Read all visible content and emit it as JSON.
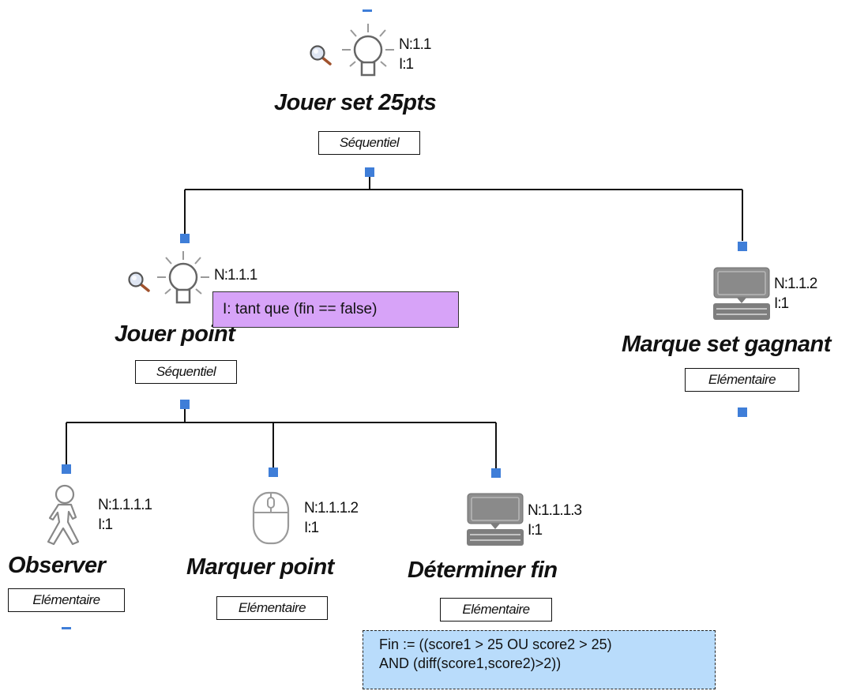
{
  "tasks": {
    "root": {
      "id": "N:1.1",
      "iteration": "I:1",
      "title": "Jouer set 25pts",
      "type": "Séquentiel",
      "kind": "abstract"
    },
    "point": {
      "id": "N:1.1.1",
      "iteration": "",
      "title": "Jouer point",
      "type": "Séquentiel",
      "kind": "abstract",
      "iteration_note": "I: tant que (fin == false)"
    },
    "marque_set": {
      "id": "N:1.1.2",
      "iteration": "I:1",
      "title": "Marque set gagnant",
      "type": "Elémentaire",
      "kind": "system"
    },
    "observer": {
      "id": "N:1.1.1.1",
      "iteration": "I:1",
      "title": "Observer",
      "type": "Elémentaire",
      "kind": "user"
    },
    "marquer_point": {
      "id": "N:1.1.1.2",
      "iteration": "I:1",
      "title": "Marquer point",
      "type": "Elémentaire",
      "kind": "interaction"
    },
    "determiner_fin": {
      "id": "N:1.1.1.3",
      "iteration": "I:1",
      "title": "Déterminer fin",
      "type": "Elémentaire",
      "kind": "system",
      "condition_note": [
        "Fin := ((score1 > 25 OU score2 > 25)",
        "AND (diff(score1,score2)>2))"
      ]
    }
  },
  "colors": {
    "port": "#3f7ed8",
    "iteration_note_bg": "#d7a3f8",
    "condition_note_bg": "#b9dcfb",
    "line": "#111111"
  },
  "icons": {
    "abstract": "lightbulb-icon",
    "search": "magnifier-icon",
    "system": "computer-icon",
    "user": "person-icon",
    "interaction": "mouse-icon"
  }
}
